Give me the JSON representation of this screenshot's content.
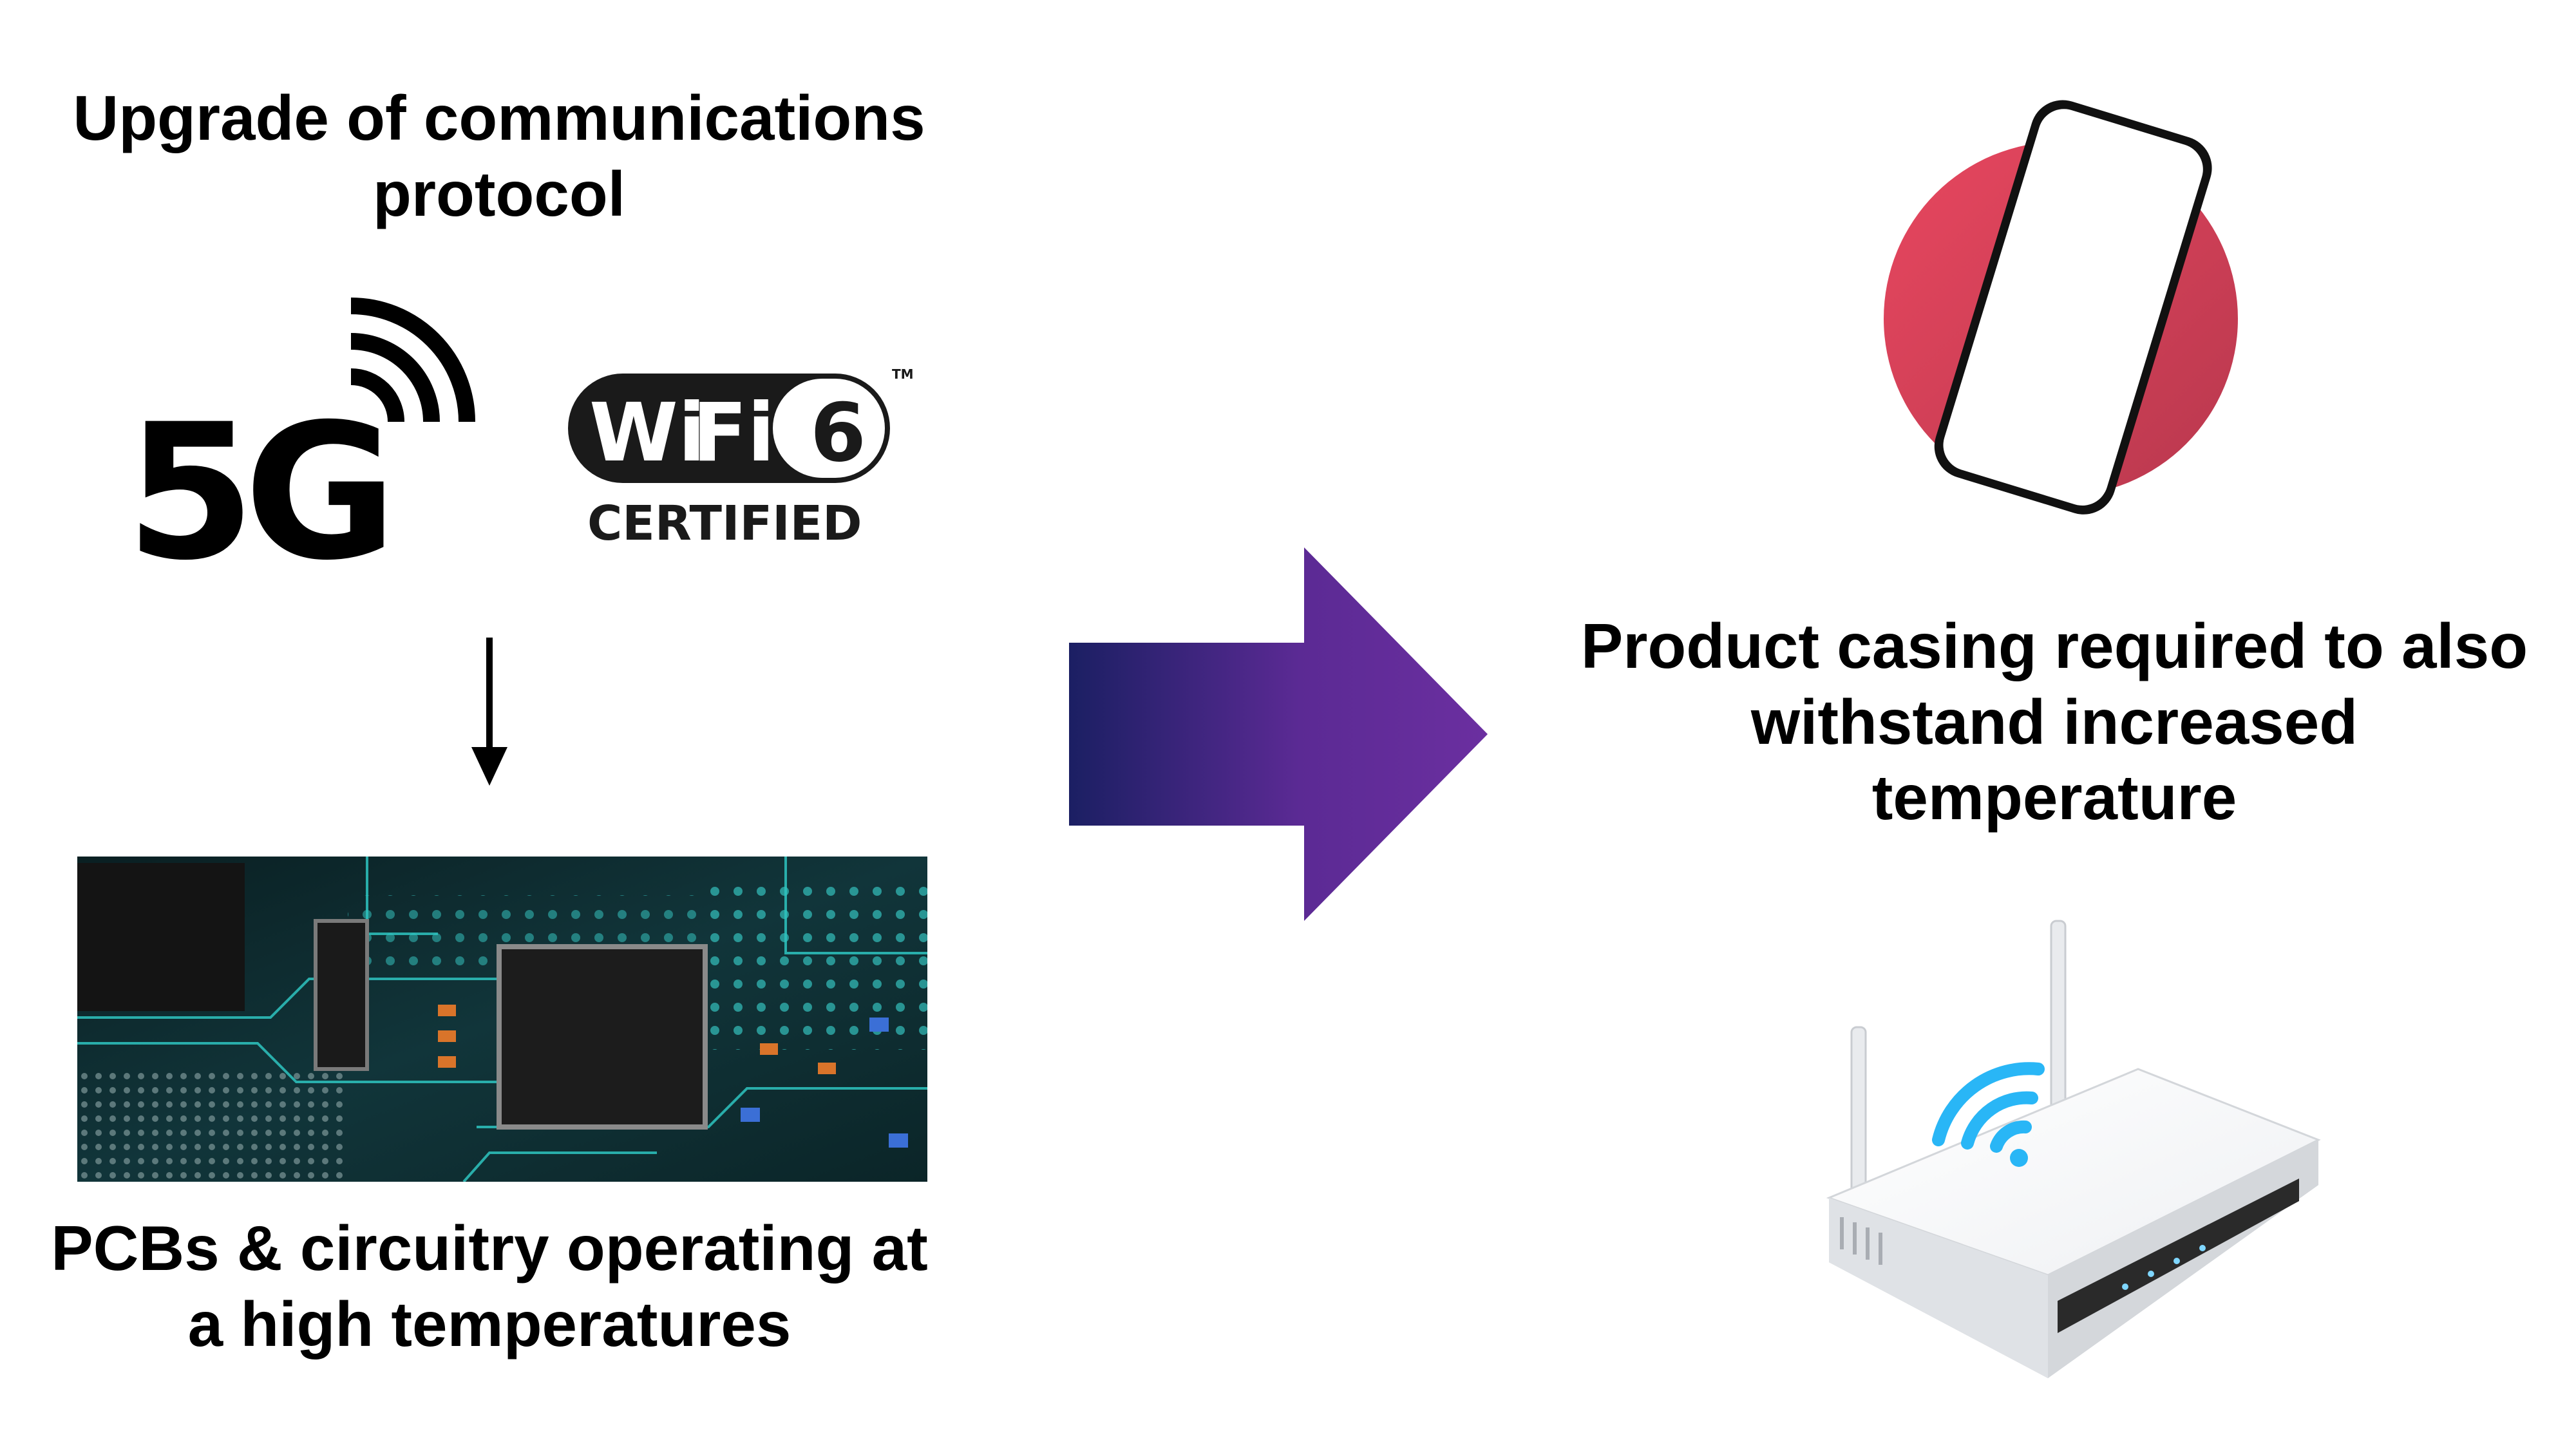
{
  "labels": {
    "top_left": "Upgrade of communications protocol",
    "bottom_left": "PCBs & circuitry operating at a high temperatures",
    "right": "Product casing required to also withstand increased temperature"
  },
  "logos": {
    "fiveg": "5G",
    "wifi_word1": "Wi",
    "wifi_word2": "Fi",
    "wifi_number": "6",
    "wifi_tm": "TM",
    "wifi_certified": "CERTIFIED"
  },
  "colors": {
    "arrow_start": "#1b1f63",
    "arrow_end": "#6b2fa0",
    "phone_circle": "#e0485f",
    "router_wifi": "#29b6f6",
    "pcb_base": "#0d2a2e",
    "pcb_trace": "#2ec4c0"
  },
  "icons": [
    "down-arrow-icon",
    "right-arrow-icon",
    "smartphone-icon",
    "router-icon",
    "wifi-signal-icon"
  ]
}
